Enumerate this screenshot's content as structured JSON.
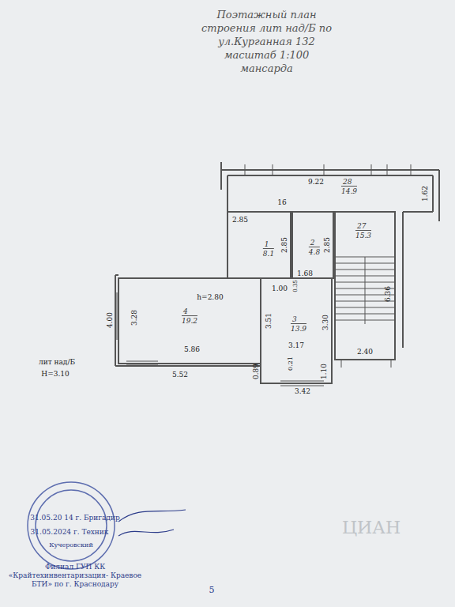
{
  "diagram": {
    "title": "Поэтажный план строения лит над/Б по ул.Курганная 132 масштаб 1:100 мансарда",
    "nodes": [
      {
        "text": [
          "28",
          "14.9"
        ]
      },
      {
        "text": [
          "1",
          "8.1"
        ]
      },
      {
        "text": [
          "2",
          "4.8"
        ]
      },
      {
        "text": [
          "27",
          "15.3"
        ]
      },
      {
        "text": [
          "4",
          "19.2"
        ]
      },
      {
        "text": [
          "3",
          "13.9"
        ]
      }
    ],
    "labels": [
      "9.22",
      "1.62",
      "16",
      "2.85",
      "2.85",
      "2.85",
      "1.68",
      "6.36",
      "1.00",
      "0.35",
      "h=2.80",
      "4.00",
      "3.28",
      "3.51",
      "3.30",
      "3.17",
      "0.21",
      "5.86",
      "5.52",
      "0.89",
      "3.42",
      "1.10",
      "2.40",
      "лит над/Б",
      "H=3.10",
      "31.05.20 14 г. Бригадир",
      "31.05.2024 г. Техник",
      "Кучеровский",
      "Филиал ГУП КК «Крайтехинвентаризация- Краевое БТИ» по г. Краснодару",
      "5",
      "ЦИАН"
    ]
  }
}
